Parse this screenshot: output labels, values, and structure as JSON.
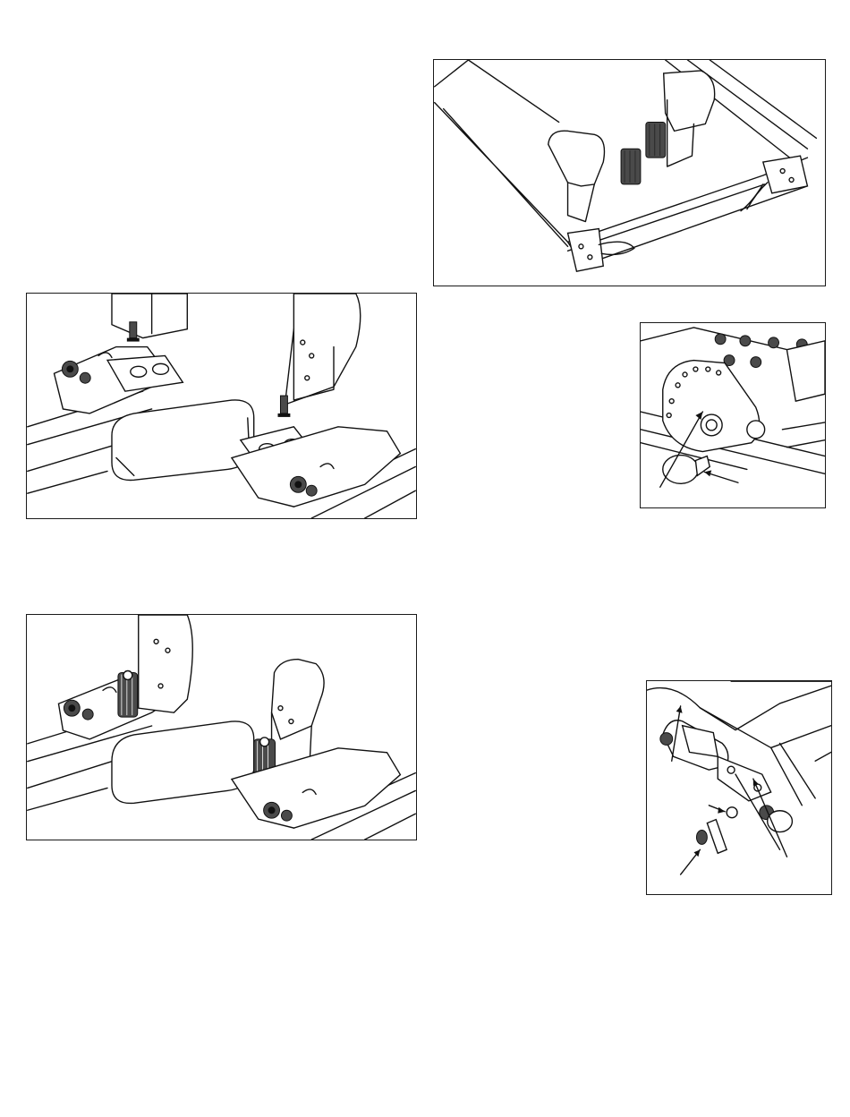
{
  "document": {
    "figures": [
      {
        "id": "fig-frame-top",
        "description_visible_text": ""
      },
      {
        "id": "fig-mount-plates",
        "description_visible_text": ""
      },
      {
        "id": "fig-hinge-knob",
        "description_visible_text": ""
      },
      {
        "id": "fig-posts-installed",
        "description_visible_text": ""
      },
      {
        "id": "fig-bolt-assembly",
        "description_visible_text": ""
      }
    ]
  }
}
